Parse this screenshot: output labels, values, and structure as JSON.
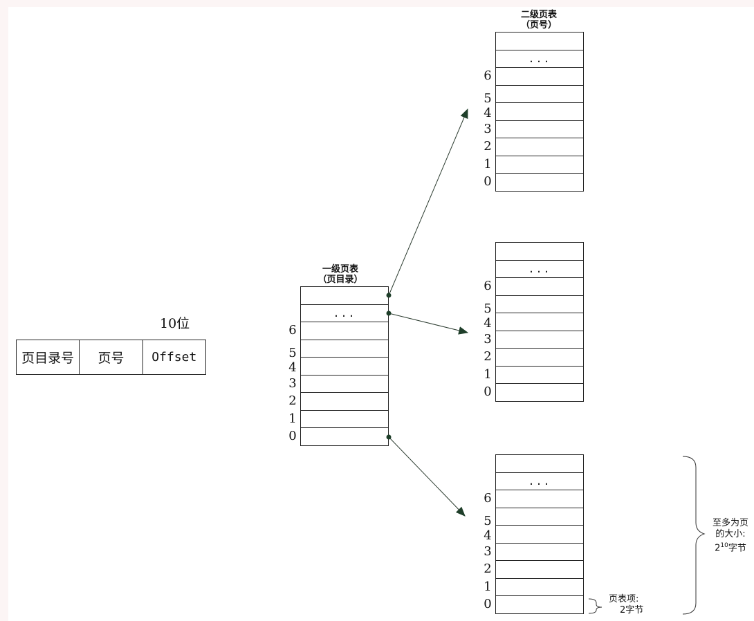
{
  "address": {
    "fields": [
      "页目录号",
      "页号",
      "Offset"
    ],
    "offset_bits_label": "10位"
  },
  "tables": {
    "first_level": {
      "title_line1": "一级页表",
      "title_line2": "（页目录）"
    },
    "second_level": {
      "title_line1": "二级页表",
      "title_line2": "（页号）"
    },
    "ellipsis": "...",
    "indices": [
      "6",
      "5",
      "4",
      "3",
      "2",
      "1",
      "0"
    ]
  },
  "notes": {
    "entry_size_line1": "页表项:",
    "entry_size_line2": "2字节",
    "max_size_line1": "至多为页",
    "max_size_line2": "的大小:",
    "max_size_line3_base": "2",
    "max_size_line3_exp": "10",
    "max_size_line3_unit": "字节"
  },
  "colors": {
    "arrow": "#1f3f2a",
    "line": "#222222"
  }
}
